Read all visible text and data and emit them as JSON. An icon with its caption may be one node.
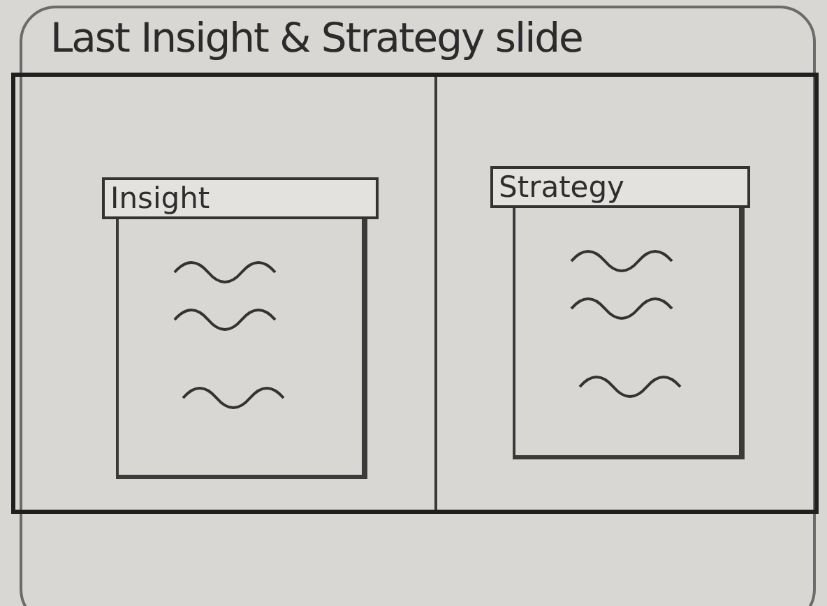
{
  "diagram": {
    "title": "Last Insight & Strategy slide",
    "nodes": [
      {
        "text": [],
        "shape": "box"
      },
      {
        "text": [
          "Insight"
        ],
        "in": 0
      },
      {
        "text": [
          "Strategy"
        ],
        "in": 0
      }
    ]
  }
}
